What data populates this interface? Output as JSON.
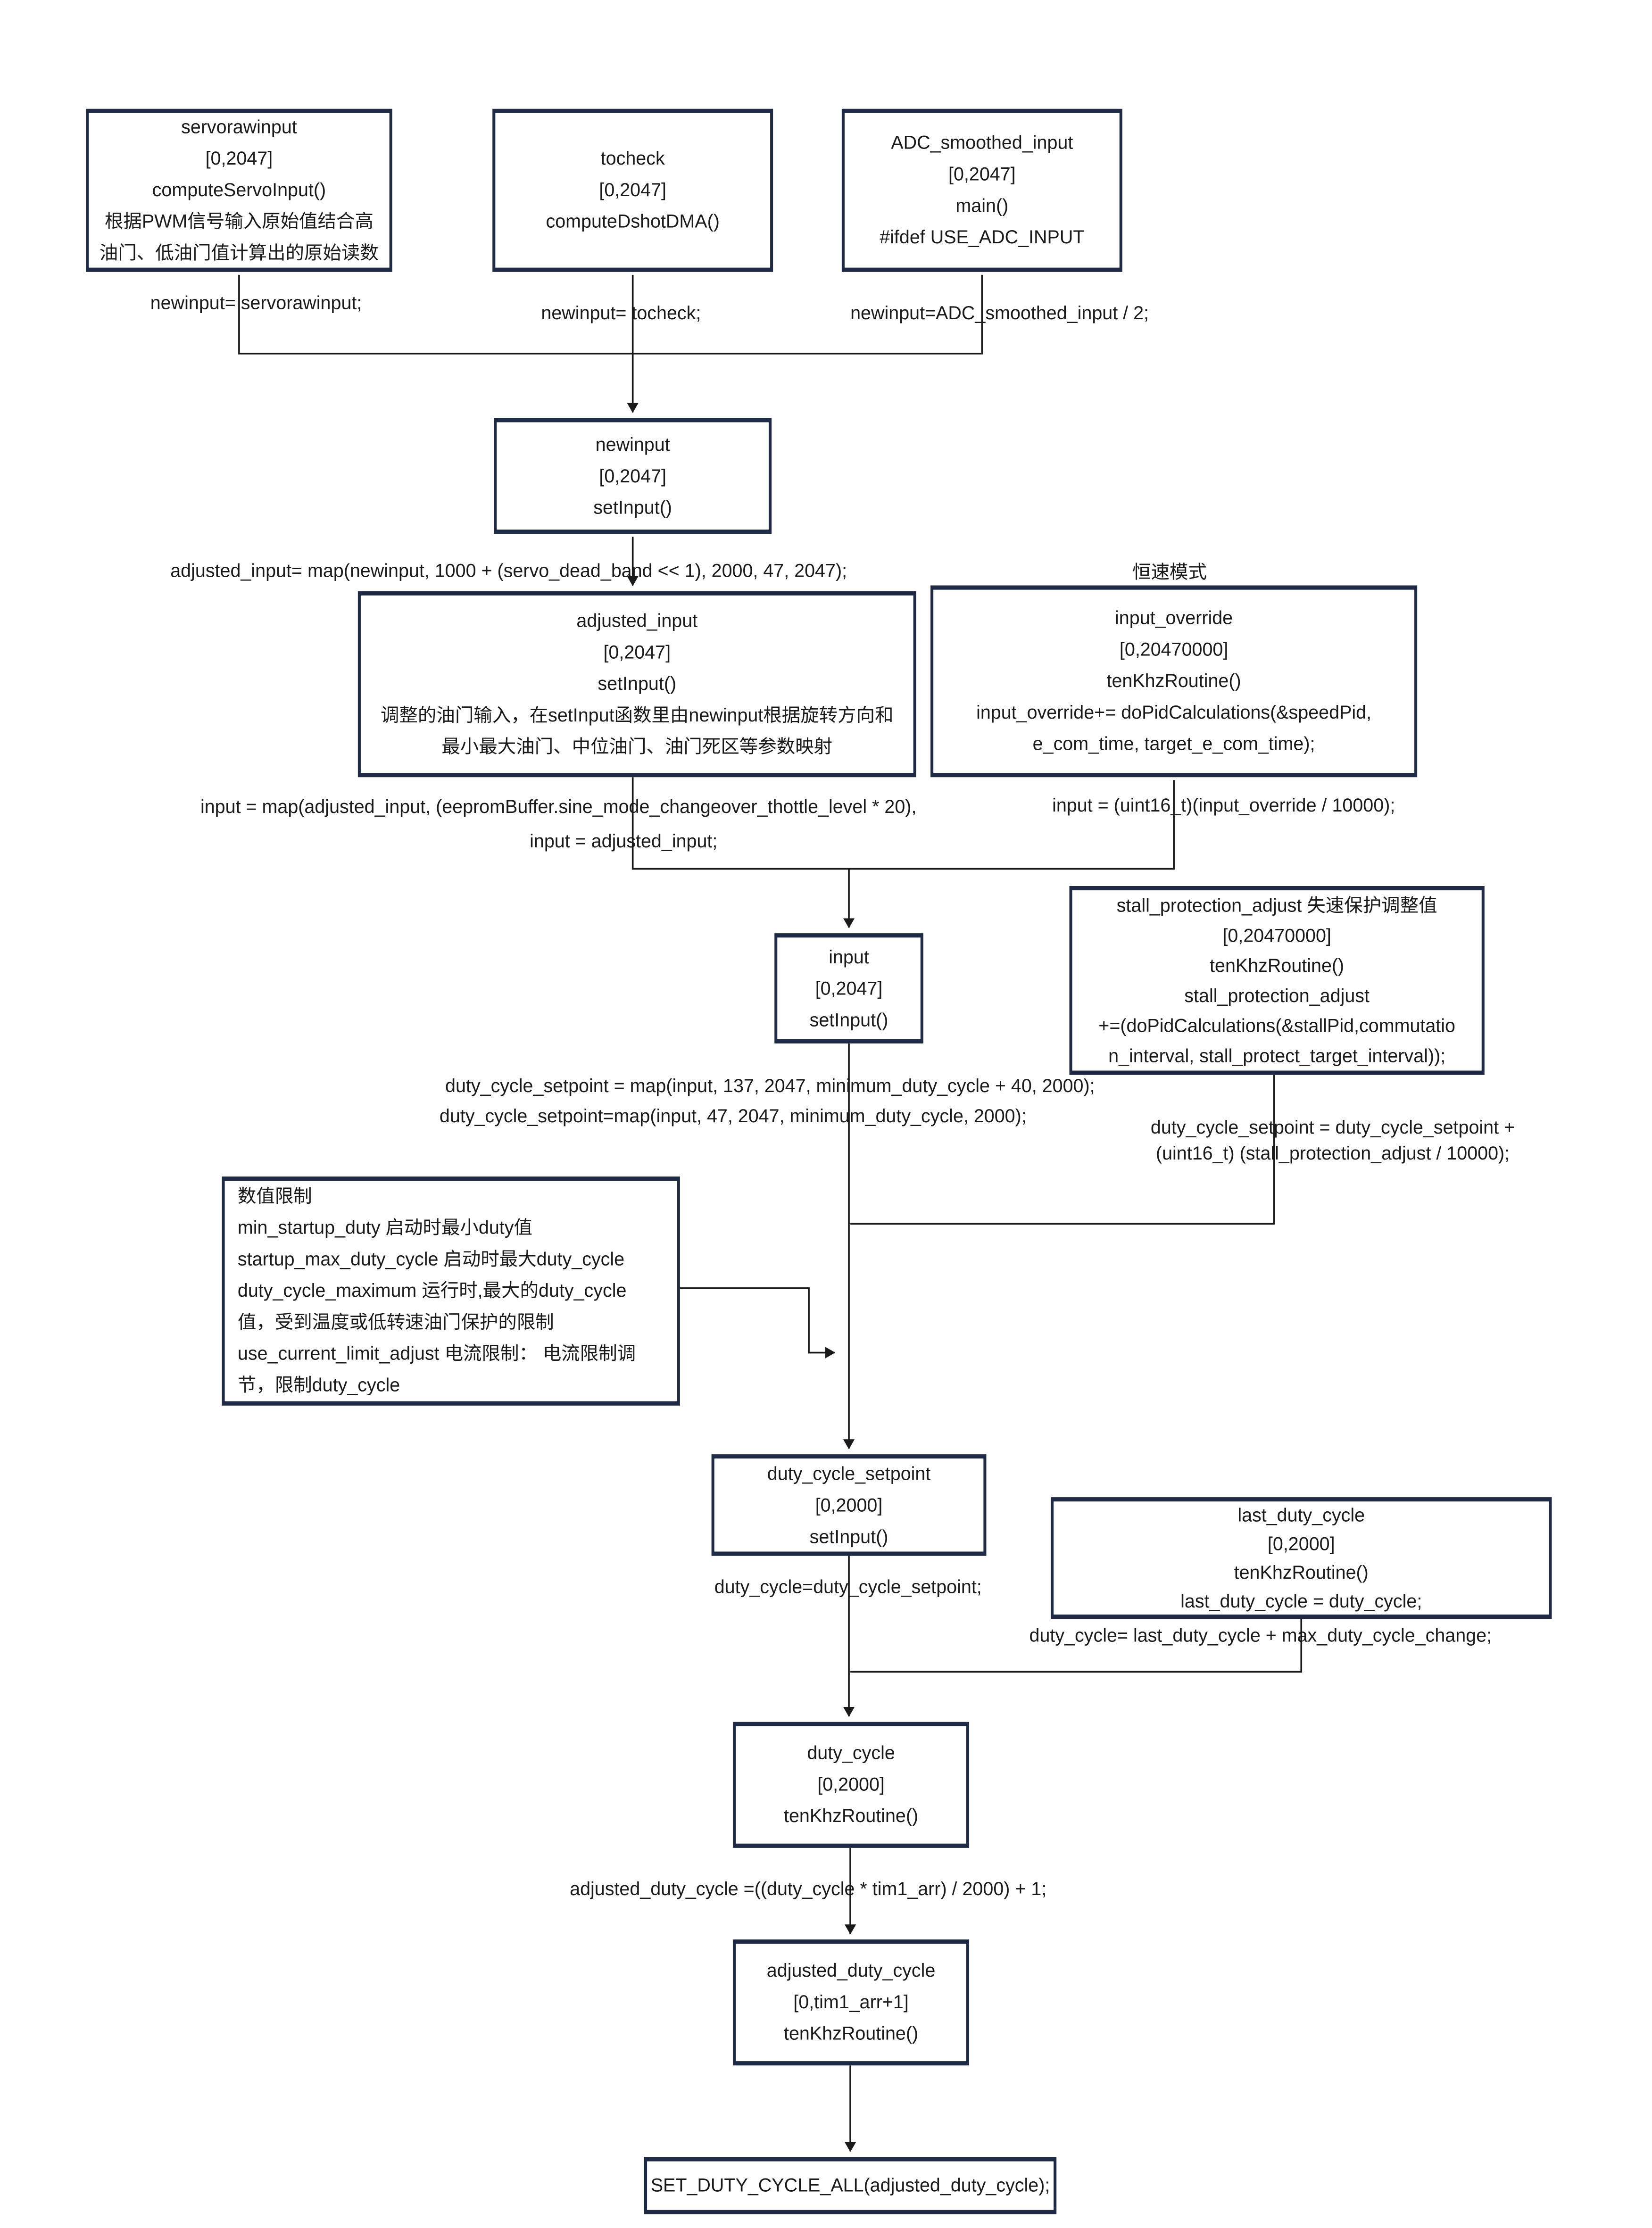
{
  "diagram": {
    "background": "#ffffff",
    "box_border_color": "#1f2a44",
    "line_color": "#1a1a1a",
    "text_color": "#1a1a1a"
  },
  "boxes": {
    "servorawinput": {
      "lines": [
        "servorawinput",
        "[0,2047]",
        "computeServoInput()",
        "根据PWM信号输入原始值结合高",
        "油门、低油门值计算出的原始读数"
      ]
    },
    "tocheck": {
      "lines": [
        "tocheck",
        "[0,2047]",
        "computeDshotDMA()"
      ]
    },
    "adc_smoothed_input": {
      "lines": [
        "ADC_smoothed_input",
        "[0,2047]",
        "main()",
        "#ifdef USE_ADC_INPUT"
      ]
    },
    "newinput": {
      "lines": [
        "newinput",
        "[0,2047]",
        "setInput()"
      ]
    },
    "adjusted_input": {
      "lines": [
        "adjusted_input",
        "[0,2047]",
        "setInput()",
        "调整的油门输入，在setInput函数里由newinput根据旋转方向和",
        "最小最大油门、中位油门、油门死区等参数映射"
      ]
    },
    "input_override": {
      "lines": [
        "input_override",
        "[0,20470000]",
        "tenKhzRoutine()",
        "input_override+= doPidCalculations(&speedPid,",
        "e_com_time, target_e_com_time);"
      ]
    },
    "input": {
      "lines": [
        "input",
        "[0,2047]",
        "setInput()"
      ]
    },
    "stall_protection_adjust": {
      "lines": [
        "stall_protection_adjust  失速保护调整值",
        "[0,20470000]",
        "tenKhzRoutine()",
        "stall_protection_adjust",
        "+=(doPidCalculations(&stallPid,commutatio",
        "n_interval, stall_protect_target_interval));"
      ]
    },
    "limits_note": {
      "lines": [
        "数值限制",
        "min_startup_duty 启动时最小duty值",
        "startup_max_duty_cycle 启动时最大duty_cycle",
        "duty_cycle_maximum 运行时,最大的duty_cycle",
        "值，受到温度或低转速油门保护的限制",
        "use_current_limit_adjust 电流限制： 电流限制调",
        "节，限制duty_cycle"
      ]
    },
    "duty_cycle_setpoint": {
      "lines": [
        "duty_cycle_setpoint",
        "[0,2000]",
        "setInput()"
      ]
    },
    "last_duty_cycle": {
      "lines": [
        "last_duty_cycle",
        "[0,2000]",
        "tenKhzRoutine()",
        "last_duty_cycle = duty_cycle;"
      ]
    },
    "duty_cycle": {
      "lines": [
        "duty_cycle",
        "[0,2000]",
        "tenKhzRoutine()"
      ]
    },
    "adjusted_duty_cycle": {
      "lines": [
        "adjusted_duty_cycle",
        "[0,tim1_arr+1]",
        "tenKhzRoutine()"
      ]
    },
    "set_duty_cycle_all": {
      "lines": [
        "SET_DUTY_CYCLE_ALL(adjusted_duty_cycle);"
      ]
    }
  },
  "edge_labels": {
    "newinput_from_servorawinput": "newinput= servorawinput;",
    "newinput_from_tocheck": "newinput= tocheck;",
    "newinput_from_adc": "newinput=ADC_smoothed_input / 2;",
    "adjusted_input_map": "adjusted_input= map(newinput, 1000 + (servo_dead_band << 1), 2000, 47, 2047);",
    "constant_speed_mode": "恒速模式",
    "input_map_sine_mode": "input = map(adjusted_input, (eepromBuffer.sine_mode_changeover_thottle_level * 20),",
    "input_equals_adjusted": "input = adjusted_input;",
    "input_from_override": "input = (uint16_t)(input_override / 10000);",
    "setpoint_map_137": "duty_cycle_setpoint = map(input, 137, 2047, minimum_duty_cycle + 40, 2000);",
    "setpoint_map_47": "duty_cycle_setpoint=map(input, 47, 2047, minimum_duty_cycle, 2000);",
    "setpoint_plus_stall_line1": "duty_cycle_setpoint = duty_cycle_setpoint +",
    "setpoint_plus_stall_line2": "(uint16_t) (stall_protection_adjust / 10000);",
    "duty_cycle_from_setpoint": "duty_cycle=duty_cycle_setpoint;",
    "duty_cycle_from_last": "duty_cycle= last_duty_cycle + max_duty_cycle_change;",
    "adjusted_duty_cycle_formula": "adjusted_duty_cycle =((duty_cycle * tim1_arr) / 2000) + 1;"
  }
}
